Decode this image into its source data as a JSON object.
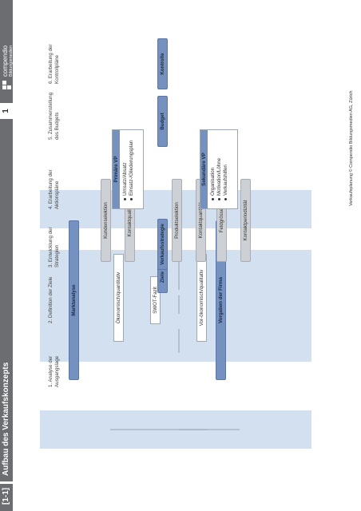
{
  "header": {
    "section_number": "[1-1]",
    "title": "Aufbau des Verkaufskonzepts",
    "page_number": "1"
  },
  "logo": {
    "name": "compendio",
    "subtitle": "Bildungsmedien"
  },
  "footer": "Verkaufsplanung © Compendio Bildungsmedien AG, Zürich",
  "steps": [
    "1. Analyse der Ausgangslage",
    "2. Definition der Ziele",
    "3. Entwicklung der Strategien",
    "4. Erarbeitung der Aktionspläne",
    "5. Zusammenstellung des Budgets",
    "6. Erarbeitung der Kontrollpläne"
  ],
  "nodes": {
    "marktanalyse": "Marktanalyse",
    "vorgaben": "Vorgaben der Firma",
    "swot": "SWOT-Fazit",
    "ziele": "Ziele",
    "oekonomisch": "Ökonomisch/quantitativ",
    "vor_oekonomisch": "Vor-ökonomisch/qualitativ",
    "verkaufsstrategie": "Verkaufsstrategie",
    "kundenselektion": "Kundenselektion",
    "produktselektion": "Produktselektion",
    "feldgroesse": "Feldgrösse",
    "kontaktqualitaet": "Kontaktqualität",
    "kontaktquantitaet": "Kontaktquantität",
    "kontaktperiodizitaet": "Kontaktperiodizität",
    "budget": "Budget",
    "kontrolle": "Kontrolle"
  },
  "primaere_vp": {
    "title": "Primäre VP",
    "items": [
      "Umsatz/Absatz",
      "Einsatz-/Gliederungsplan"
    ]
  },
  "sekundaere_vp": {
    "title": "Sekundäre VP",
    "items": [
      "Organisation",
      "Motivation/Löhne",
      "Verkaufshilfen"
    ]
  },
  "colors": {
    "header_bar": "#6b6d70",
    "band": "#d3e0f0",
    "blue_box": "#7591c0",
    "gray_box": "#cdd0d4"
  }
}
